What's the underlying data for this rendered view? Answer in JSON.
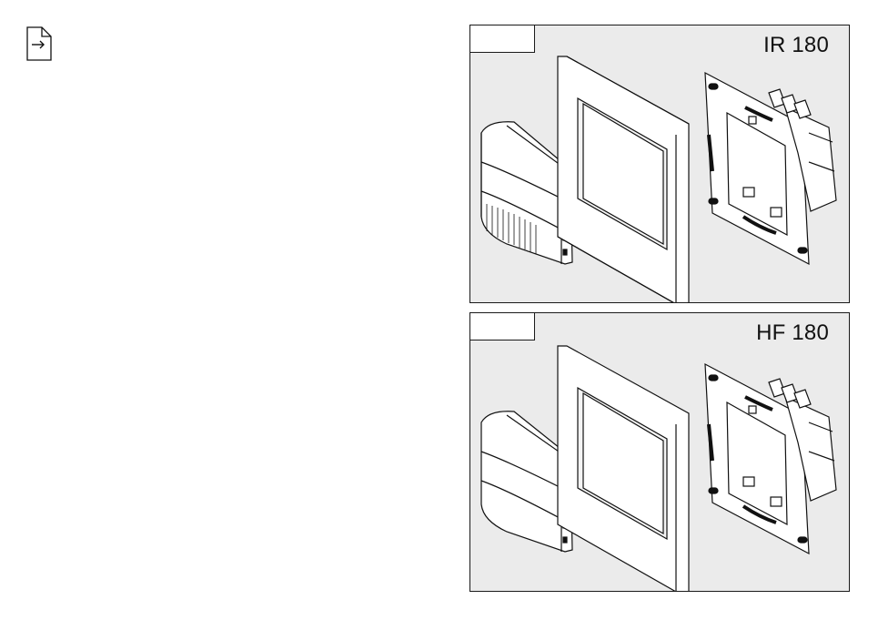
{
  "header": {
    "icon": "document-arrow-icon"
  },
  "figures": [
    {
      "id": "ir",
      "model_label": "IR 180",
      "parts": [
        "sensor-insert",
        "cover-frame",
        "mounting-plate"
      ]
    },
    {
      "id": "hf",
      "model_label": "HF 180",
      "parts": [
        "sensor-insert",
        "cover-frame",
        "mounting-plate"
      ]
    }
  ],
  "colors": {
    "panel_bg": "#ebebeb",
    "line": "#1a1a1a",
    "paper": "#ffffff"
  }
}
